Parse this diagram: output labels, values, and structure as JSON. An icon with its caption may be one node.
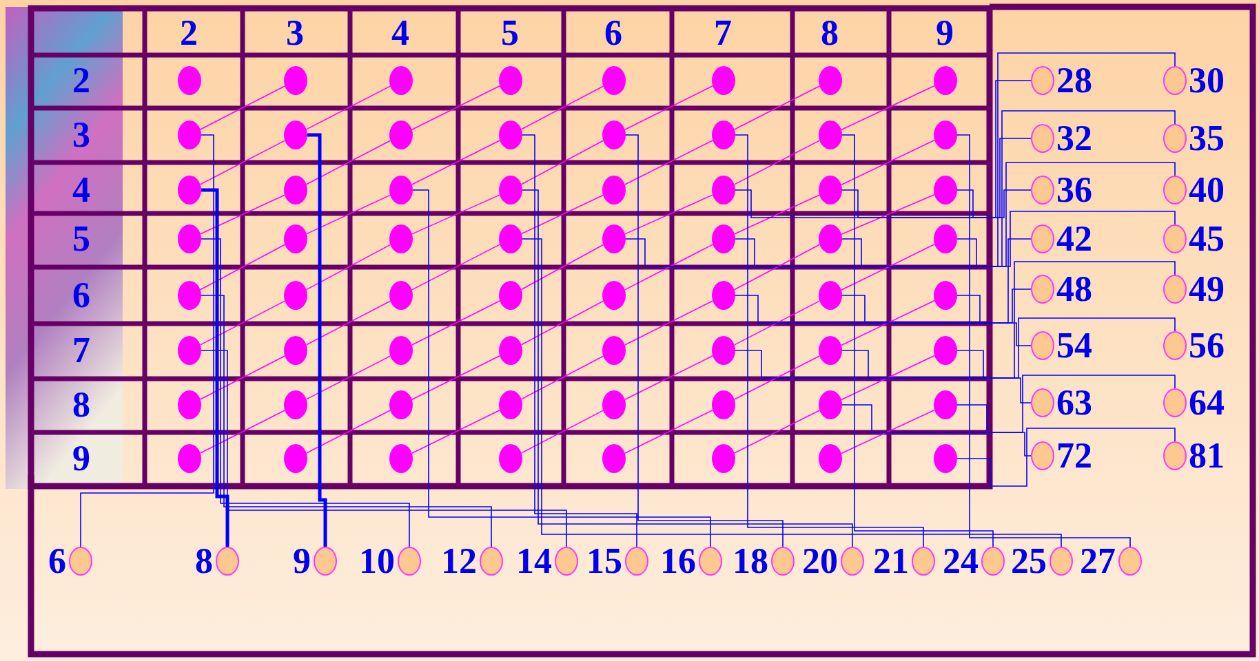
{
  "diagram": {
    "nodes": [
      {
        "text": [],
        "shape": "circle"
      },
      {
        "text": [],
        "shape": "circle"
      },
      {
        "text": [],
        "shape": "circle"
      },
      {
        "text": [],
        "shape": "circle"
      },
      {
        "text": [],
        "shape": "circle"
      },
      {
        "text": [],
        "shape": "circle"
      },
      {
        "text": [],
        "shape": "circle"
      },
      {
        "text": [],
        "shape": "circle"
      },
      {
        "text": [],
        "shape": "circle"
      },
      {
        "text": [],
        "shape": "circle"
      },
      {
        "text": [],
        "shape": "circle"
      },
      {
        "text": [],
        "shape": "circle"
      },
      {
        "text": [],
        "shape": "circle"
      },
      {
        "text": [],
        "shape": "circle"
      },
      {
        "text": [],
        "shape": "circle"
      },
      {
        "text": [],
        "shape": "circle"
      },
      {
        "text": [],
        "shape": "circle"
      },
      {
        "text": [],
        "shape": "circle"
      },
      {
        "text": [],
        "shape": "circle"
      },
      {
        "text": [],
        "shape": "circle"
      },
      {
        "text": [],
        "shape": "circle"
      },
      {
        "text": [],
        "shape": "circle"
      },
      {
        "text": [],
        "shape": "circle"
      },
      {
        "text": [],
        "shape": "circle"
      },
      {
        "text": [],
        "shape": "circle"
      },
      {
        "text": [],
        "shape": "circle"
      },
      {
        "text": [],
        "shape": "circle"
      },
      {
        "text": [],
        "shape": "circle"
      },
      {
        "text": [],
        "shape": "circle"
      },
      {
        "text": [],
        "shape": "circle"
      },
      {
        "text": [],
        "shape": "circle"
      },
      {
        "text": [],
        "shape": "circle"
      },
      {
        "text": [],
        "shape": "circle"
      },
      {
        "text": [],
        "shape": "circle"
      },
      {
        "text": [],
        "shape": "circle"
      },
      {
        "text": [],
        "shape": "circle"
      },
      {
        "text": [],
        "shape": "circle"
      },
      {
        "text": [],
        "shape": "circle"
      },
      {
        "text": [],
        "shape": "circle"
      },
      {
        "text": [],
        "shape": "circle"
      },
      {
        "text": [],
        "shape": "circle"
      },
      {
        "text": [],
        "shape": "circle"
      },
      {
        "text": [],
        "shape": "circle"
      },
      {
        "text": [],
        "shape": "circle"
      },
      {
        "text": [],
        "shape": "circle"
      },
      {
        "text": [],
        "shape": "circle"
      },
      {
        "text": [],
        "shape": "circle"
      },
      {
        "text": [],
        "shape": "circle"
      },
      {
        "text": [],
        "shape": "circle"
      },
      {
        "text": [],
        "shape": "circle"
      },
      {
        "text": [],
        "shape": "circle"
      },
      {
        "text": [],
        "shape": "circle"
      },
      {
        "text": [],
        "shape": "circle"
      },
      {
        "text": [],
        "shape": "circle"
      },
      {
        "text": [],
        "shape": "circle"
      },
      {
        "text": [],
        "shape": "circle"
      },
      {
        "text": [],
        "shape": "circle"
      },
      {
        "text": [],
        "shape": "circle"
      },
      {
        "text": [],
        "shape": "circle"
      },
      {
        "text": [],
        "shape": "circle"
      },
      {
        "text": [],
        "shape": "circle"
      },
      {
        "text": [],
        "shape": "circle"
      },
      {
        "text": [],
        "shape": "circle"
      },
      {
        "text": [],
        "shape": "circle"
      },
      {
        "text": [],
        "shape": "circle",
        "beside": [
          "28"
        ]
      },
      {
        "text": [],
        "shape": "circle",
        "beside": [
          "30"
        ]
      },
      {
        "text": [],
        "shape": "circle",
        "beside": [
          "32"
        ]
      },
      {
        "text": [],
        "shape": "circle",
        "beside": [
          "35"
        ]
      },
      {
        "text": [],
        "shape": "circle",
        "beside": [
          "36"
        ]
      },
      {
        "text": [],
        "shape": "circle",
        "beside": [
          "40"
        ]
      },
      {
        "text": [],
        "shape": "circle",
        "beside": [
          "42"
        ]
      },
      {
        "text": [],
        "shape": "circle",
        "beside": [
          "45"
        ]
      },
      {
        "text": [],
        "shape": "circle",
        "beside": [
          "48"
        ]
      },
      {
        "text": [],
        "shape": "circle",
        "beside": [
          "49"
        ]
      },
      {
        "text": [],
        "shape": "circle",
        "beside": [
          "54"
        ]
      },
      {
        "text": [],
        "shape": "circle",
        "beside": [
          "56"
        ]
      },
      {
        "text": [],
        "shape": "circle",
        "beside": [
          "63"
        ]
      },
      {
        "text": [],
        "shape": "circle",
        "beside": [
          "64"
        ]
      },
      {
        "text": [],
        "shape": "circle",
        "beside": [
          "72"
        ]
      },
      {
        "text": [],
        "shape": "circle",
        "beside": [
          "81"
        ]
      },
      {
        "text": [],
        "shape": "circle",
        "beside": [
          "6"
        ]
      },
      {
        "text": [],
        "shape": "circle",
        "beside": [
          "8"
        ]
      },
      {
        "text": [],
        "shape": "circle",
        "beside": [
          "9"
        ]
      },
      {
        "text": [],
        "shape": "circle",
        "beside": [
          "10"
        ]
      },
      {
        "text": [],
        "shape": "circle",
        "beside": [
          "12"
        ]
      },
      {
        "text": [],
        "shape": "circle",
        "beside": [
          "14"
        ]
      },
      {
        "text": [],
        "shape": "circle",
        "beside": [
          "15"
        ]
      },
      {
        "text": [],
        "shape": "circle",
        "beside": [
          "16"
        ]
      },
      {
        "text": [],
        "shape": "circle",
        "beside": [
          "18"
        ]
      },
      {
        "text": [],
        "shape": "circle",
        "beside": [
          "20"
        ]
      },
      {
        "text": [],
        "shape": "circle",
        "beside": [
          "21"
        ]
      },
      {
        "text": [],
        "shape": "circle",
        "beside": [
          "24"
        ]
      },
      {
        "text": [],
        "shape": "circle",
        "beside": [
          "25"
        ]
      },
      {
        "text": [],
        "shape": "circle",
        "beside": [
          "27"
        ]
      }
    ],
    "edges": [
      {
        "from": 8,
        "to": 1,
        "arrow": "none"
      },
      {
        "from": 9,
        "to": 2,
        "arrow": "none"
      },
      {
        "from": 10,
        "to": 3,
        "arrow": "none"
      },
      {
        "from": 11,
        "to": 4,
        "arrow": "none"
      },
      {
        "from": 12,
        "to": 5,
        "arrow": "none"
      },
      {
        "from": 13,
        "to": 6,
        "arrow": "none"
      },
      {
        "from": 14,
        "to": 7,
        "arrow": "none"
      },
      {
        "from": 16,
        "to": 9,
        "arrow": "none"
      },
      {
        "from": 17,
        "to": 10,
        "arrow": "none"
      },
      {
        "from": 18,
        "to": 11,
        "arrow": "none"
      },
      {
        "from": 19,
        "to": 12,
        "arrow": "none"
      },
      {
        "from": 20,
        "to": 13,
        "arrow": "none"
      },
      {
        "from": 21,
        "to": 14,
        "arrow": "none"
      },
      {
        "from": 22,
        "to": 15,
        "arrow": "none"
      },
      {
        "from": 24,
        "to": 17,
        "arrow": "none"
      },
      {
        "from": 25,
        "to": 18,
        "arrow": "none"
      },
      {
        "from": 26,
        "to": 19,
        "arrow": "none"
      },
      {
        "from": 27,
        "to": 20,
        "arrow": "none"
      },
      {
        "from": 28,
        "to": 21,
        "arrow": "none"
      },
      {
        "from": 29,
        "to": 22,
        "arrow": "none"
      },
      {
        "from": 30,
        "to": 23,
        "arrow": "none"
      },
      {
        "from": 32,
        "to": 25,
        "arrow": "none"
      },
      {
        "from": 33,
        "to": 26,
        "arrow": "none"
      },
      {
        "from": 34,
        "to": 27,
        "arrow": "none"
      },
      {
        "from": 35,
        "to": 28,
        "arrow": "none"
      },
      {
        "from": 36,
        "to": 29,
        "arrow": "none"
      },
      {
        "from": 37,
        "to": 30,
        "arrow": "none"
      },
      {
        "from": 38,
        "to": 31,
        "arrow": "none"
      },
      {
        "from": 40,
        "to": 33,
        "arrow": "none"
      },
      {
        "from": 41,
        "to": 34,
        "arrow": "none"
      },
      {
        "from": 42,
        "to": 35,
        "arrow": "none"
      },
      {
        "from": 43,
        "to": 36,
        "arrow": "none"
      },
      {
        "from": 44,
        "to": 37,
        "arrow": "none"
      },
      {
        "from": 45,
        "to": 38,
        "arrow": "none"
      },
      {
        "from": 46,
        "to": 39,
        "arrow": "none"
      },
      {
        "from": 48,
        "to": 41,
        "arrow": "none"
      },
      {
        "from": 49,
        "to": 42,
        "arrow": "none"
      },
      {
        "from": 50,
        "to": 43,
        "arrow": "none"
      },
      {
        "from": 51,
        "to": 44,
        "arrow": "none"
      },
      {
        "from": 52,
        "to": 45,
        "arrow": "none"
      },
      {
        "from": 53,
        "to": 46,
        "arrow": "none"
      },
      {
        "from": 54,
        "to": 47,
        "arrow": "none"
      },
      {
        "from": 56,
        "to": 49,
        "arrow": "none"
      },
      {
        "from": 57,
        "to": 50,
        "arrow": "none"
      },
      {
        "from": 58,
        "to": 51,
        "arrow": "none"
      },
      {
        "from": 59,
        "to": 52,
        "arrow": "none"
      },
      {
        "from": 60,
        "to": 53,
        "arrow": "none"
      },
      {
        "from": 61,
        "to": 54,
        "arrow": "none"
      },
      {
        "from": 62,
        "to": 55,
        "arrow": "none"
      },
      {
        "from": 8,
        "to": 80,
        "arrow": "none",
        "color": "#0000ff"
      },
      {
        "from": 16,
        "to": 81,
        "arrow": "none",
        "color": "#0000ff",
        "style": "thick"
      },
      {
        "from": 9,
        "to": 82,
        "arrow": "none",
        "color": "#0000ff",
        "style": "thick"
      },
      {
        "from": 24,
        "to": 83,
        "arrow": "none",
        "color": "#0000ff"
      },
      {
        "from": 32,
        "to": 84,
        "arrow": "none",
        "color": "#0000ff"
      },
      {
        "from": 40,
        "to": 85,
        "arrow": "none",
        "color": "#0000ff"
      },
      {
        "from": 11,
        "to": 86,
        "arrow": "none",
        "color": "#0000ff"
      },
      {
        "from": 18,
        "to": 87,
        "arrow": "none",
        "color": "#0000ff"
      },
      {
        "from": 12,
        "to": 88,
        "arrow": "none",
        "color": "#0000ff"
      },
      {
        "from": 19,
        "to": 89,
        "arrow": "none",
        "color": "#0000ff"
      },
      {
        "from": 13,
        "to": 90,
        "arrow": "none",
        "color": "#0000ff"
      },
      {
        "from": 14,
        "to": 91,
        "arrow": "none",
        "color": "#0000ff"
      },
      {
        "from": 27,
        "to": 92,
        "arrow": "none",
        "color": "#0000ff"
      },
      {
        "from": 15,
        "to": 93,
        "arrow": "none",
        "color": "#0000ff"
      },
      {
        "from": 21,
        "to": 64,
        "arrow": "none",
        "color": "#0000ff"
      },
      {
        "from": 28,
        "to": 65,
        "arrow": "none",
        "color": "#0000ff"
      },
      {
        "from": 22,
        "to": 66,
        "arrow": "none",
        "color": "#0000ff"
      },
      {
        "from": 29,
        "to": 67,
        "arrow": "none",
        "color": "#0000ff"
      },
      {
        "from": 23,
        "to": 68,
        "arrow": "none",
        "color": "#0000ff"
      },
      {
        "from": 30,
        "to": 69,
        "arrow": "none",
        "color": "#0000ff"
      },
      {
        "from": 37,
        "to": 70,
        "arrow": "none",
        "color": "#0000ff"
      },
      {
        "from": 31,
        "to": 71,
        "arrow": "none",
        "color": "#0000ff"
      },
      {
        "from": 38,
        "to": 72,
        "arrow": "none",
        "color": "#0000ff"
      },
      {
        "from": 45,
        "to": 73,
        "arrow": "none",
        "color": "#0000ff"
      },
      {
        "from": 39,
        "to": 74,
        "arrow": "none",
        "color": "#0000ff"
      },
      {
        "from": 46,
        "to": 75,
        "arrow": "none",
        "color": "#0000ff"
      },
      {
        "from": 47,
        "to": 76,
        "arrow": "none",
        "color": "#0000ff"
      },
      {
        "from": 54,
        "to": 77,
        "arrow": "none",
        "color": "#0000ff"
      },
      {
        "from": 55,
        "to": 78,
        "arrow": "none",
        "color": "#0000ff"
      },
      {
        "from": 63,
        "to": 79,
        "arrow": "none",
        "color": "#0000ff"
      }
    ],
    "labels": [
      "2",
      "3",
      "4",
      "5",
      "6",
      "7",
      "8",
      "9",
      "2",
      "3",
      "4",
      "5",
      "6",
      "7",
      "8",
      "9"
    ]
  }
}
